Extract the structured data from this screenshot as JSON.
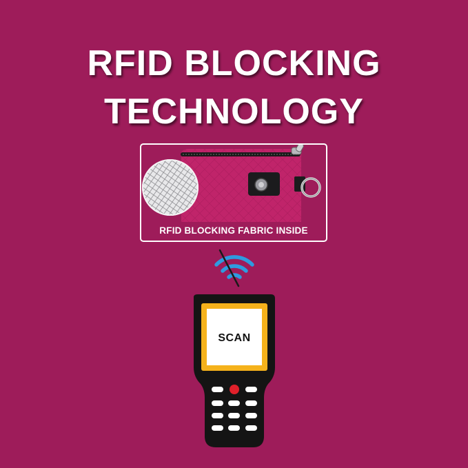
{
  "headline": {
    "line1": "RFID BLOCKING",
    "line2": "TECHNOLOGY"
  },
  "product": {
    "caption": "RFID BLOCKING FABRIC INSIDE",
    "pouch_color": "#c0246a"
  },
  "scanner": {
    "screen_label": "SCAN"
  },
  "colors": {
    "background": "#9e1c5a",
    "wifi": "#2e9be0",
    "screen_frame": "#f5b21b",
    "red_key": "#e0202a"
  },
  "icons": {
    "signal": "wifi-blocked-icon",
    "device": "handheld-scanner-icon"
  }
}
